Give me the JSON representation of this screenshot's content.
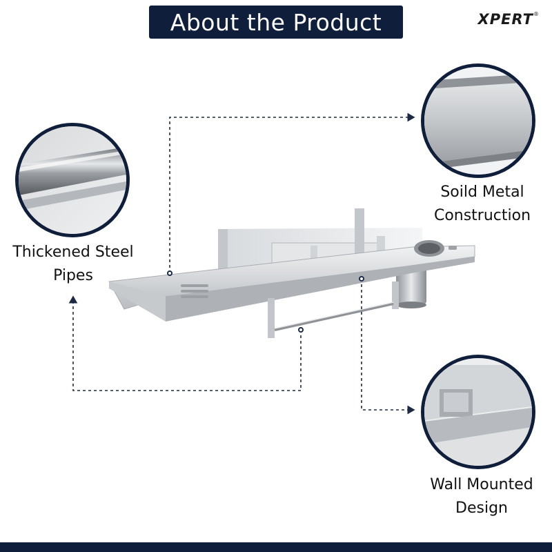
{
  "header": {
    "title": "About the Product"
  },
  "brand": {
    "name": "XPERT",
    "mark": "®"
  },
  "features": {
    "pipes": {
      "line1": "Thickened Steel",
      "line2": "Pipes"
    },
    "construction": {
      "line1": "Soild Metal",
      "line2": "Construction"
    },
    "mount": {
      "line1": "Wall Mounted",
      "line2": "Design"
    }
  },
  "colors": {
    "accent": "#0f1e3a",
    "steel": "#c9ccd0"
  }
}
